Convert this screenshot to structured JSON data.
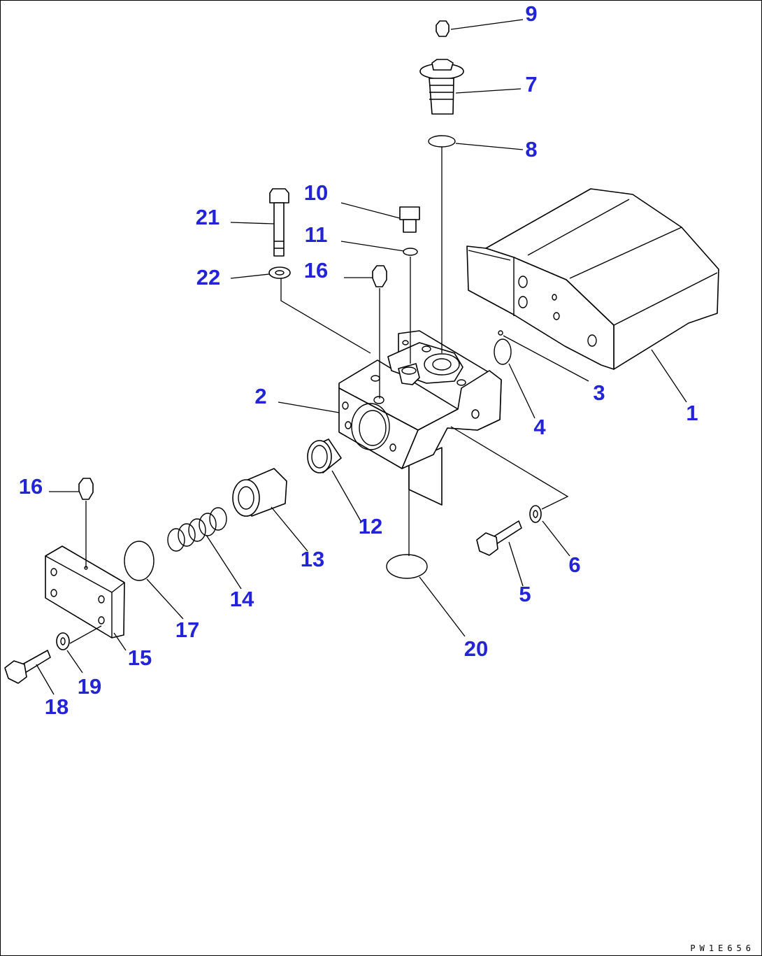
{
  "drawing_code": "PW1E656",
  "callouts": [
    {
      "id": "p1",
      "label": "1"
    },
    {
      "id": "p2",
      "label": "2"
    },
    {
      "id": "p3",
      "label": "3"
    },
    {
      "id": "p4",
      "label": "4"
    },
    {
      "id": "p5",
      "label": "5"
    },
    {
      "id": "p6",
      "label": "6"
    },
    {
      "id": "p7",
      "label": "7"
    },
    {
      "id": "p8",
      "label": "8"
    },
    {
      "id": "p9",
      "label": "9"
    },
    {
      "id": "p10",
      "label": "10"
    },
    {
      "id": "p11",
      "label": "11"
    },
    {
      "id": "p12",
      "label": "12"
    },
    {
      "id": "p13",
      "label": "13"
    },
    {
      "id": "p14",
      "label": "14"
    },
    {
      "id": "p15",
      "label": "15"
    },
    {
      "id": "p16a",
      "label": "16"
    },
    {
      "id": "p16b",
      "label": "16"
    },
    {
      "id": "p17",
      "label": "17"
    },
    {
      "id": "p18",
      "label": "18"
    },
    {
      "id": "p19",
      "label": "19"
    },
    {
      "id": "p20",
      "label": "20"
    },
    {
      "id": "p21",
      "label": "21"
    },
    {
      "id": "p22",
      "label": "22"
    }
  ]
}
